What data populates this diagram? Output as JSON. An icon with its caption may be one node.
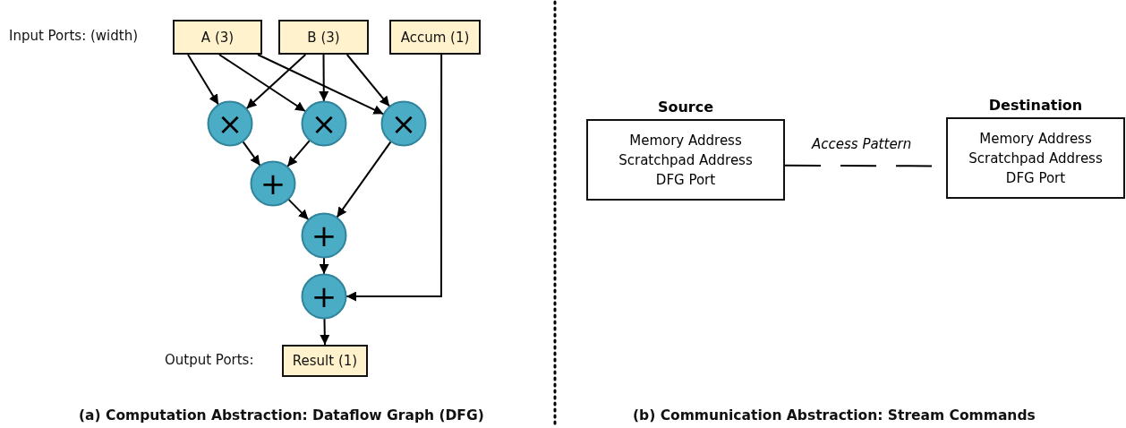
{
  "diagram": {
    "nodes": [
      {
        "text": [
          "A (3)"
        ]
      },
      {
        "text": [
          "B (3)"
        ]
      },
      {
        "text": [
          "Accum (1)"
        ]
      },
      {
        "text": [
          "×"
        ]
      },
      {
        "text": [
          "×"
        ]
      },
      {
        "text": [
          "×"
        ]
      },
      {
        "text": [
          "+"
        ]
      },
      {
        "text": [
          "+"
        ]
      },
      {
        "text": [
          "+"
        ]
      },
      {
        "text": [
          "Result (1)"
        ]
      },
      {
        "text": [
          "Source",
          "Memory Address",
          "Scratchpad Address",
          "DFG Port"
        ]
      },
      {
        "text": [
          "Destination",
          "Memory Address",
          "Scratchpad Address",
          "DFG Port"
        ]
      }
    ],
    "edges": [
      {
        "from": 0,
        "to": 3,
        "arrow": "to"
      },
      {
        "from": 0,
        "to": 4,
        "arrow": "to"
      },
      {
        "from": 0,
        "to": 5,
        "arrow": "to"
      },
      {
        "from": 1,
        "to": 3,
        "arrow": "to"
      },
      {
        "from": 1,
        "to": 4,
        "arrow": "to"
      },
      {
        "from": 1,
        "to": 5,
        "arrow": "to"
      },
      {
        "from": 3,
        "to": 6,
        "arrow": "to"
      },
      {
        "from": 4,
        "to": 6,
        "arrow": "to"
      },
      {
        "from": 5,
        "to": 7,
        "arrow": "to"
      },
      {
        "from": 6,
        "to": 7,
        "arrow": "to"
      },
      {
        "from": 7,
        "to": 8,
        "arrow": "to"
      },
      {
        "from": 2,
        "to": 8,
        "arrow": "to"
      },
      {
        "from": 8,
        "to": 9,
        "arrow": "to"
      },
      {
        "from": 10,
        "to": 11,
        "arrow": "none",
        "style": "dashed",
        "label": "Access Pattern"
      }
    ],
    "labels": [
      "Input Ports: (width)",
      "Output Ports:",
      "(a) Computation Abstraction: Dataflow Graph (DFG)",
      "(b) Communication Abstraction: Stream Commands"
    ]
  }
}
